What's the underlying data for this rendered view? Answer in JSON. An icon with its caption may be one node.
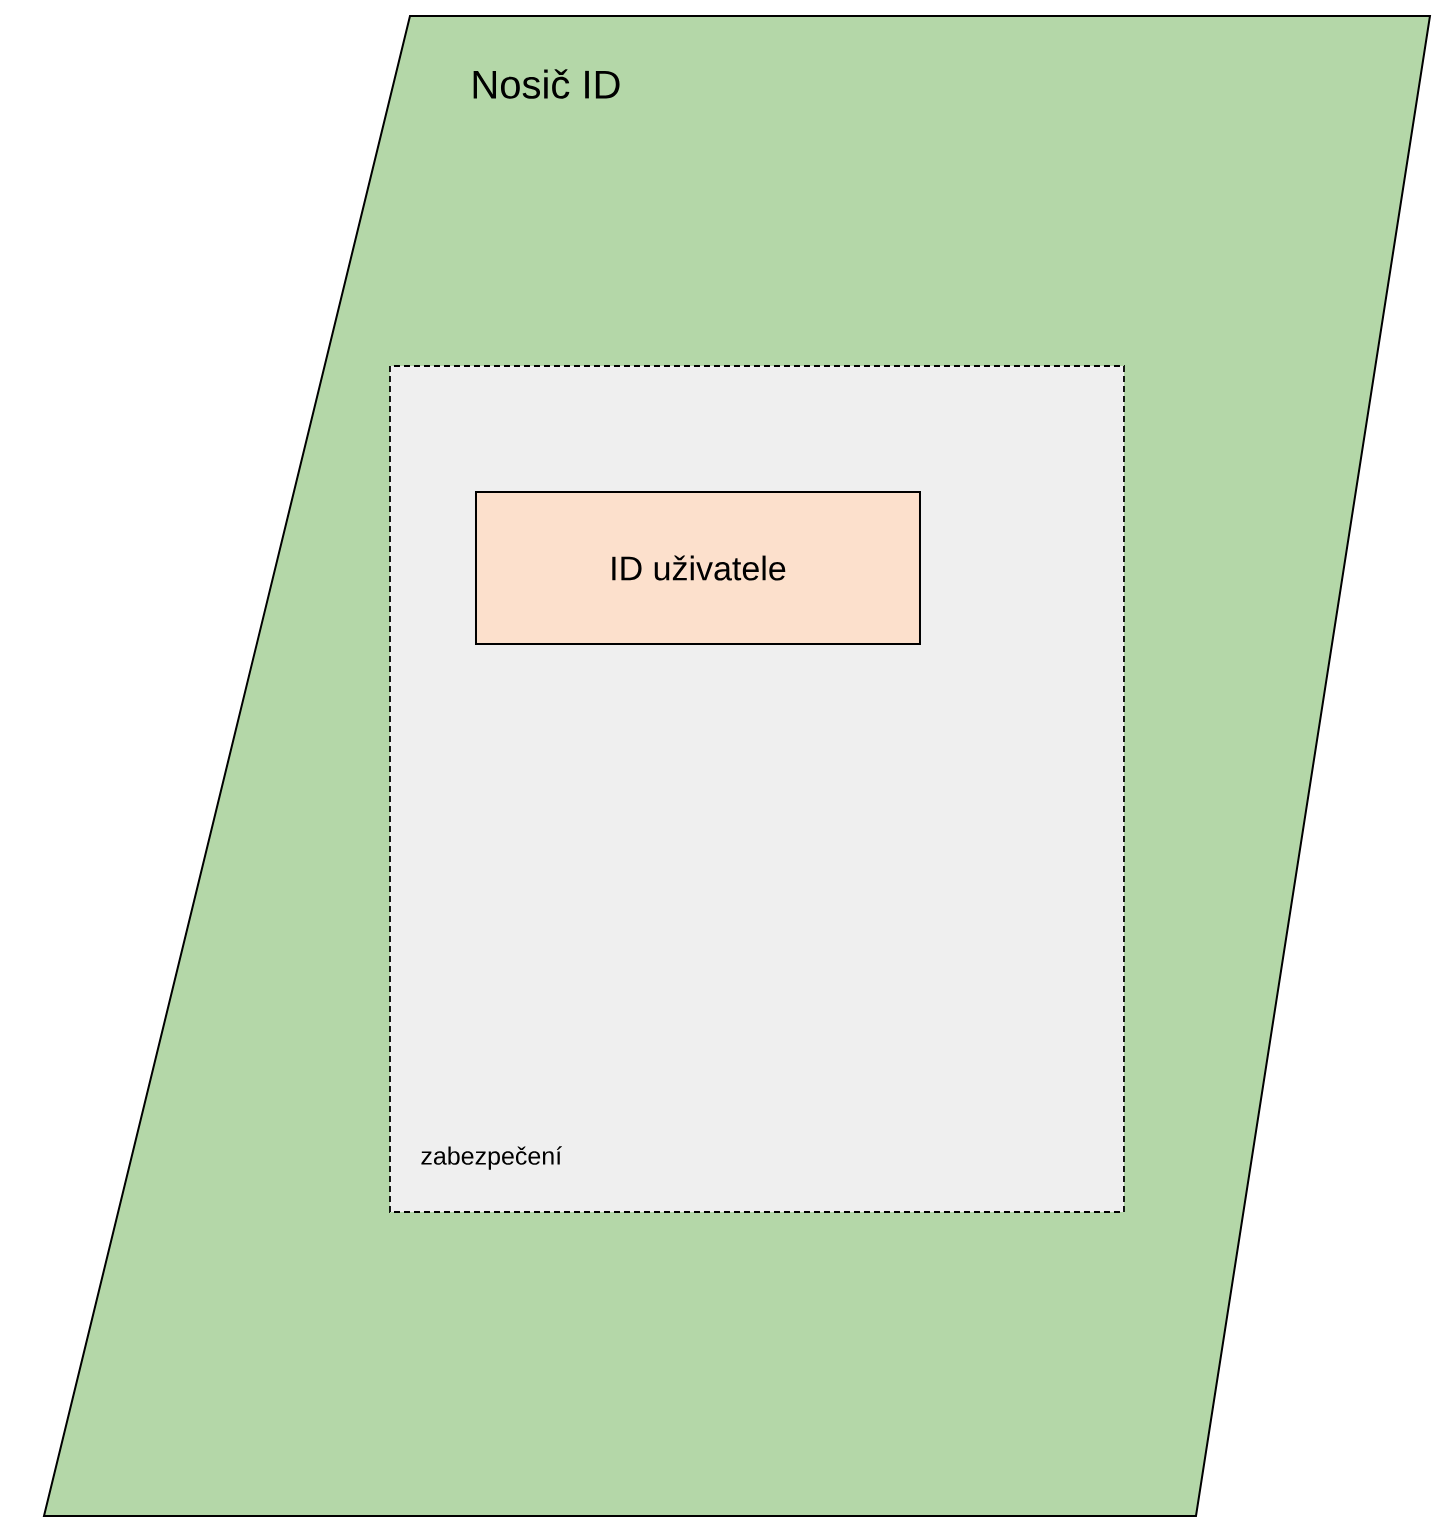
{
  "diagram": {
    "nodes": [
      {
        "text": [
          "Nosič ID"
        ]
      },
      {
        "text": [
          "zabezpečení"
        ],
        "in": 0
      },
      {
        "text": [
          "ID uživatele"
        ],
        "in": 1
      }
    ]
  }
}
